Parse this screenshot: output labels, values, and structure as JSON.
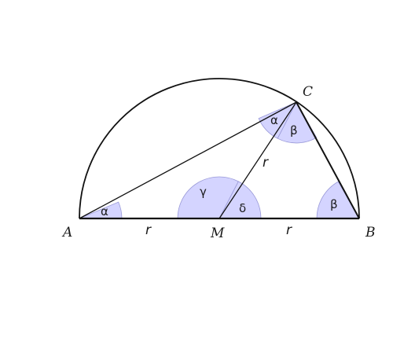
{
  "points": {
    "A": "A",
    "B": "B",
    "C": "C",
    "M": "M"
  },
  "segments": {
    "AM": "r",
    "MB": "r",
    "MC": "r"
  },
  "angles": {
    "at_A": "α",
    "at_C_left": "α",
    "at_C_right": "β",
    "at_B": "β",
    "gamma": "γ",
    "delta": "δ"
  },
  "colors": {
    "angle_fill": "#d4d4ff",
    "angle_stroke": "#9a9ad8",
    "line": "#111111"
  }
}
